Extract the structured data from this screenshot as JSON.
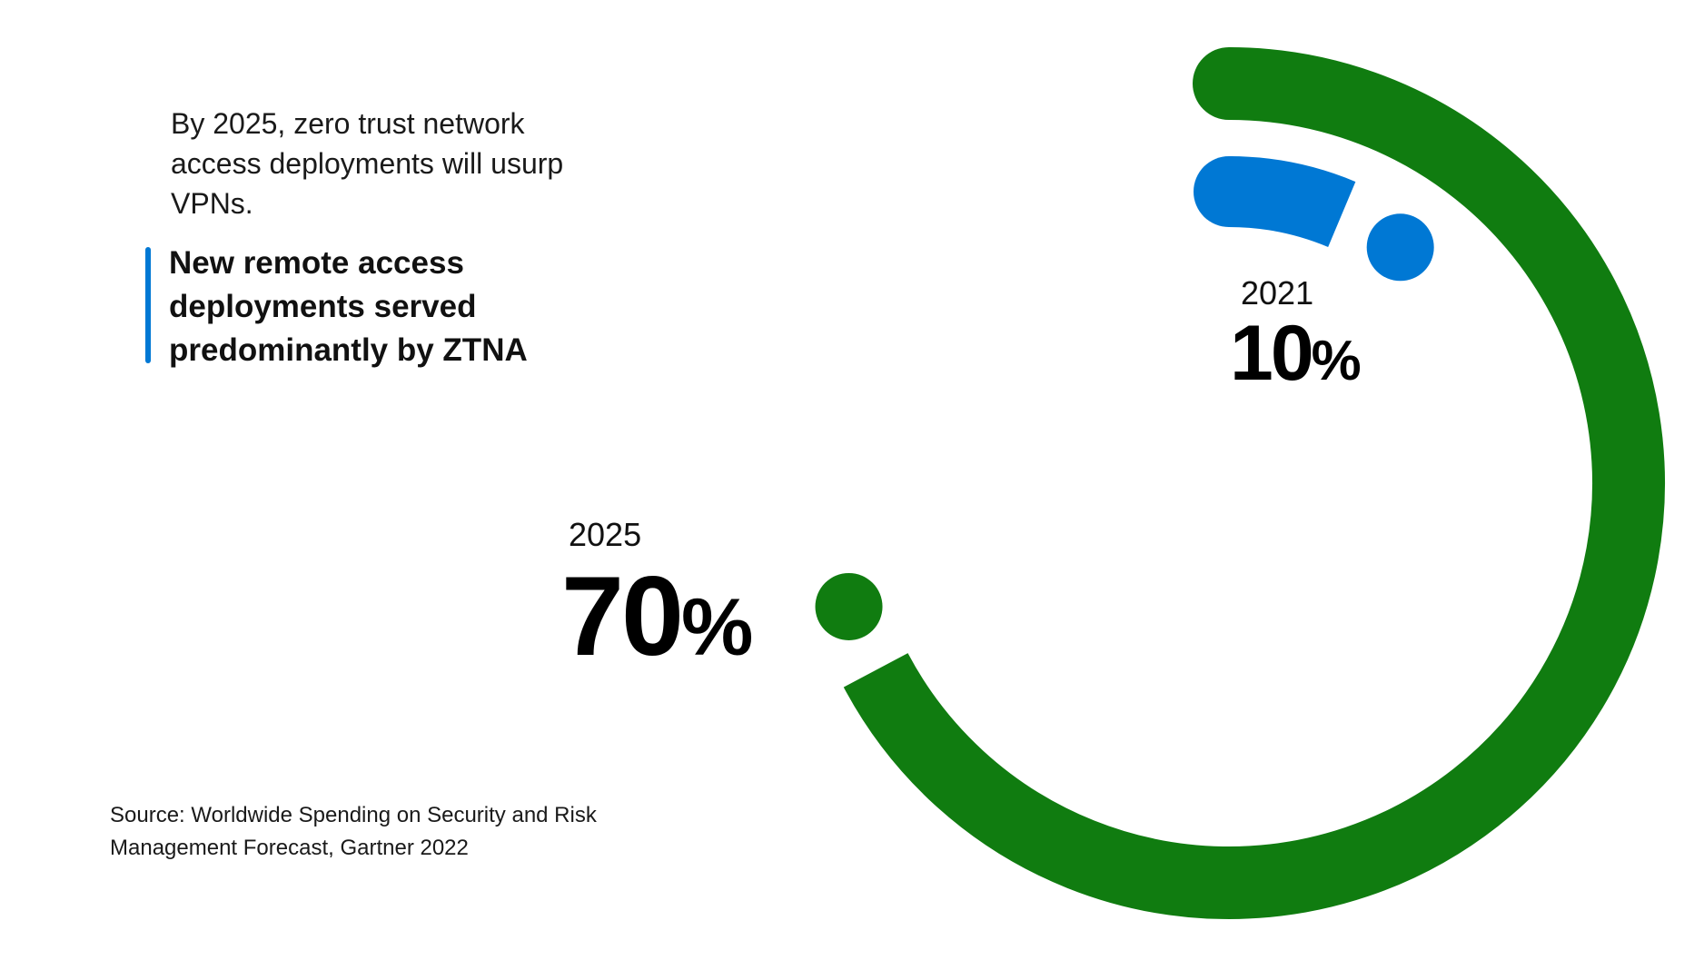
{
  "intro_text": "By 2025, zero trust network access deployments will usurp VPNs.",
  "highlight_text": "New remote access deployments served predominantly by ZTNA",
  "source_text": "Source: Worldwide Spending on Security and Risk Management Forecast, Gartner 2022",
  "colors": {
    "series_2021": "#0078d4",
    "series_2025": "#107c10",
    "accent_bar": "#0078d4"
  },
  "chart_data": {
    "type": "radial-bar",
    "unit": "%",
    "max": 100,
    "series": [
      {
        "label": "2021",
        "value": 10,
        "value_text": "10",
        "sign": "%",
        "color": "#0078d4"
      },
      {
        "label": "2025",
        "value": 70,
        "value_text": "70",
        "sign": "%",
        "color": "#107c10"
      }
    ]
  }
}
